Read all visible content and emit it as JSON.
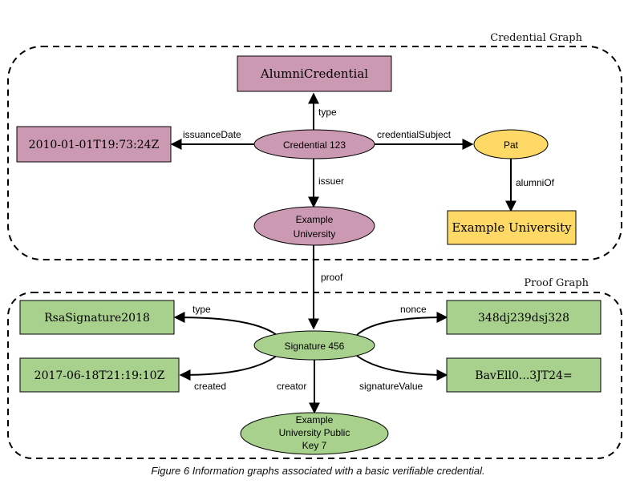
{
  "credential_graph": {
    "title": "Credential Graph",
    "nodes": {
      "alumni_credential": "AlumniCredential",
      "issuance_date": "2010-01-01T19:73:24Z",
      "credential": "Credential 123",
      "pat": "Pat",
      "issuer_line1": "Example",
      "issuer_line2": "University",
      "subject_university": "Example University"
    },
    "edges": {
      "type": "type",
      "issuance_date": "issuanceDate",
      "credential_subject": "credentialSubject",
      "issuer": "issuer",
      "alumni_of": "alumniOf"
    }
  },
  "proof_edge": "proof",
  "proof_graph": {
    "title": "Proof Graph",
    "nodes": {
      "signature_type": "RsaSignature2018",
      "created": "2017-06-18T21:19:10Z",
      "signature": "Signature 456",
      "nonce": "348dj239dsj328",
      "signature_value": "BavEll0...3JT24=",
      "key_line1": "Example",
      "key_line2": "University Public",
      "key_line3": "Key 7"
    },
    "edges": {
      "type": "type",
      "nonce": "nonce",
      "created": "created",
      "creator": "creator",
      "signature_value": "signatureValue"
    }
  },
  "caption": "Figure 6 Information graphs associated with a basic verifiable credential.",
  "colors": {
    "credential_fill": "#cc99b3",
    "subject_fill": "#ffd966",
    "proof_fill": "#a9d18e",
    "stroke": "#000000"
  }
}
